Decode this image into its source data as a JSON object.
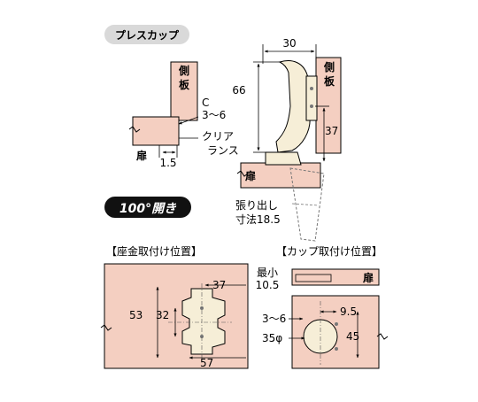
{
  "colors": {
    "panel": "#f4cfc1",
    "hinge": "#f6eed7",
    "badge": "#d9d9d9",
    "line": "#000000",
    "dim": "#444444"
  },
  "badge_top": "プレスカップ",
  "badge_open": "100°開き",
  "side_panel": "側板",
  "door": "扉",
  "c_label": "C",
  "c_range": "3〜6",
  "clearance_1": "クリア",
  "clearance_2": "ランス",
  "clearance_value": "1.5",
  "dim_30": "30",
  "dim_66": "66",
  "dim_37": "37",
  "overhang_1": "張り出し",
  "overhang_2": "寸法18.5",
  "plate_title": "【座金取付け位置】",
  "cup_title": "【カップ取付け位置】",
  "plate_dims": {
    "d37": "37",
    "d53": "53",
    "d32": "32",
    "d57": "57"
  },
  "cup_dims": {
    "min_1": "最小",
    "min_2": "10.5",
    "d95": "9.5",
    "range": "3〜6",
    "diam": "35φ",
    "d45": "45"
  }
}
